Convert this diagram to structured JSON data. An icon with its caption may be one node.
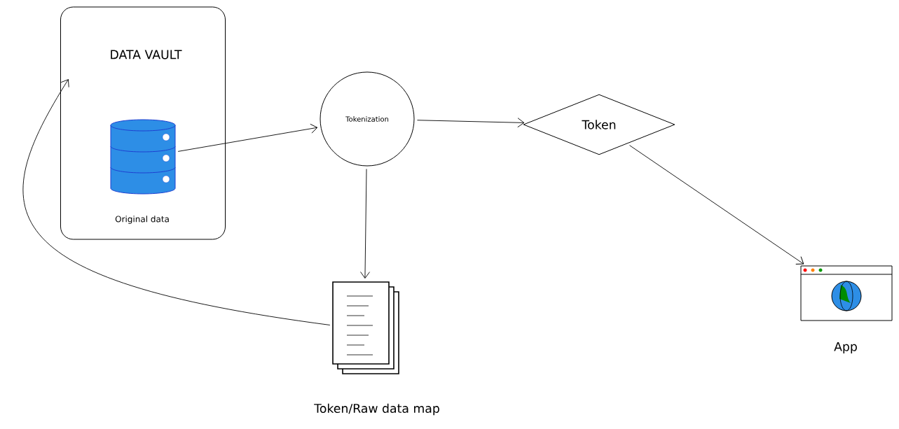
{
  "diagram": {
    "nodes": [
      {
        "text": [
          "DATA VAULT"
        ]
      },
      {
        "text": [],
        "shape": "cylinder",
        "in": 0,
        "beside": [
          "Original data"
        ]
      },
      {
        "text": [
          "Tokenization"
        ]
      },
      {
        "text": [
          "Token"
        ]
      },
      {
        "text": [],
        "shape": "document",
        "beside": [
          "Token/Raw data map"
        ]
      },
      {
        "text": [],
        "shape": "window",
        "beside": [
          "App"
        ]
      }
    ],
    "edges": [
      {
        "from": 1,
        "to": 2,
        "arrow": "to"
      },
      {
        "from": 2,
        "to": 3,
        "arrow": "to"
      },
      {
        "from": 3,
        "to": 5,
        "arrow": "to"
      },
      {
        "from": 2,
        "to": 4,
        "arrow": "to"
      },
      {
        "from": 4,
        "to": 0,
        "arrow": "to"
      }
    ]
  }
}
